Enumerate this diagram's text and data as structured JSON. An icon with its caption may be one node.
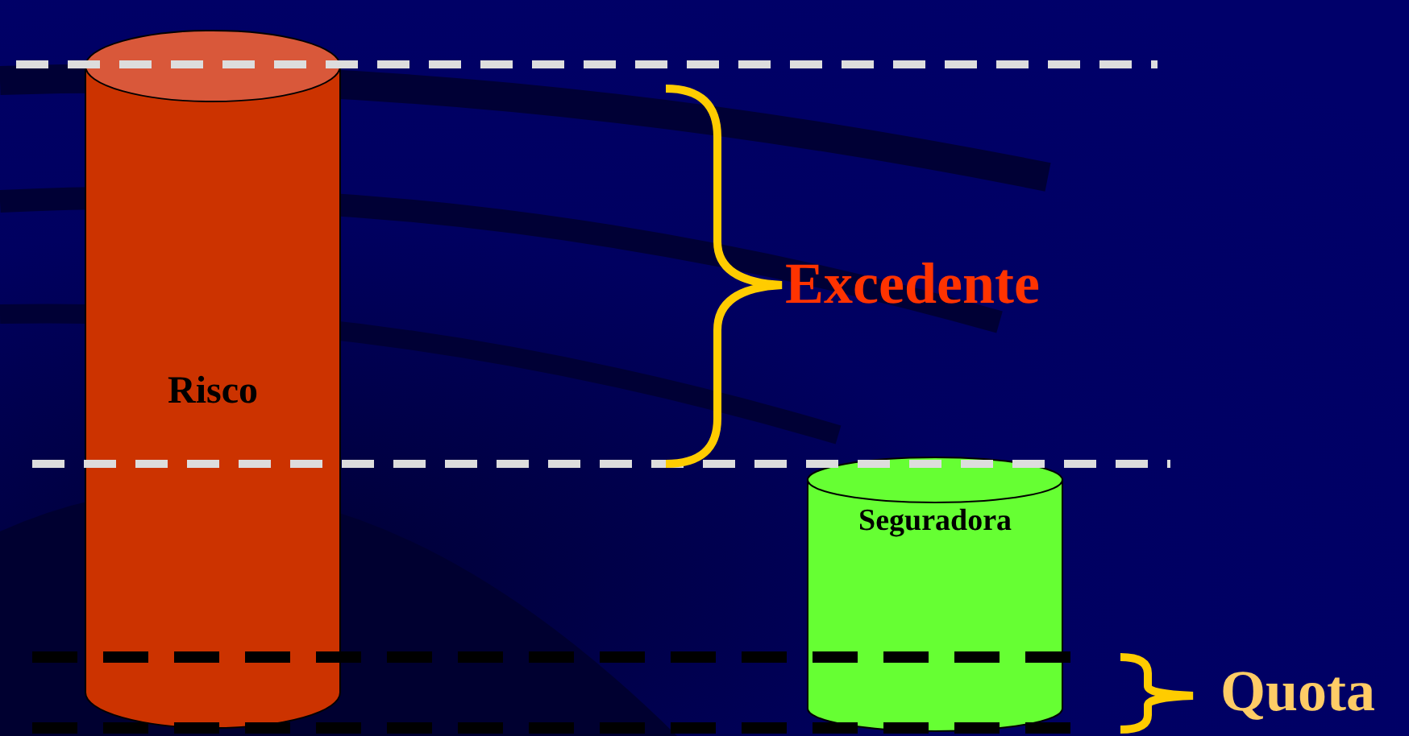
{
  "diagram": {
    "nodes": [
      {
        "text": [
          "Risco"
        ]
      },
      {
        "text": [
          "Seguradora"
        ]
      }
    ],
    "labels": [
      "Excedente",
      "Quota"
    ]
  }
}
